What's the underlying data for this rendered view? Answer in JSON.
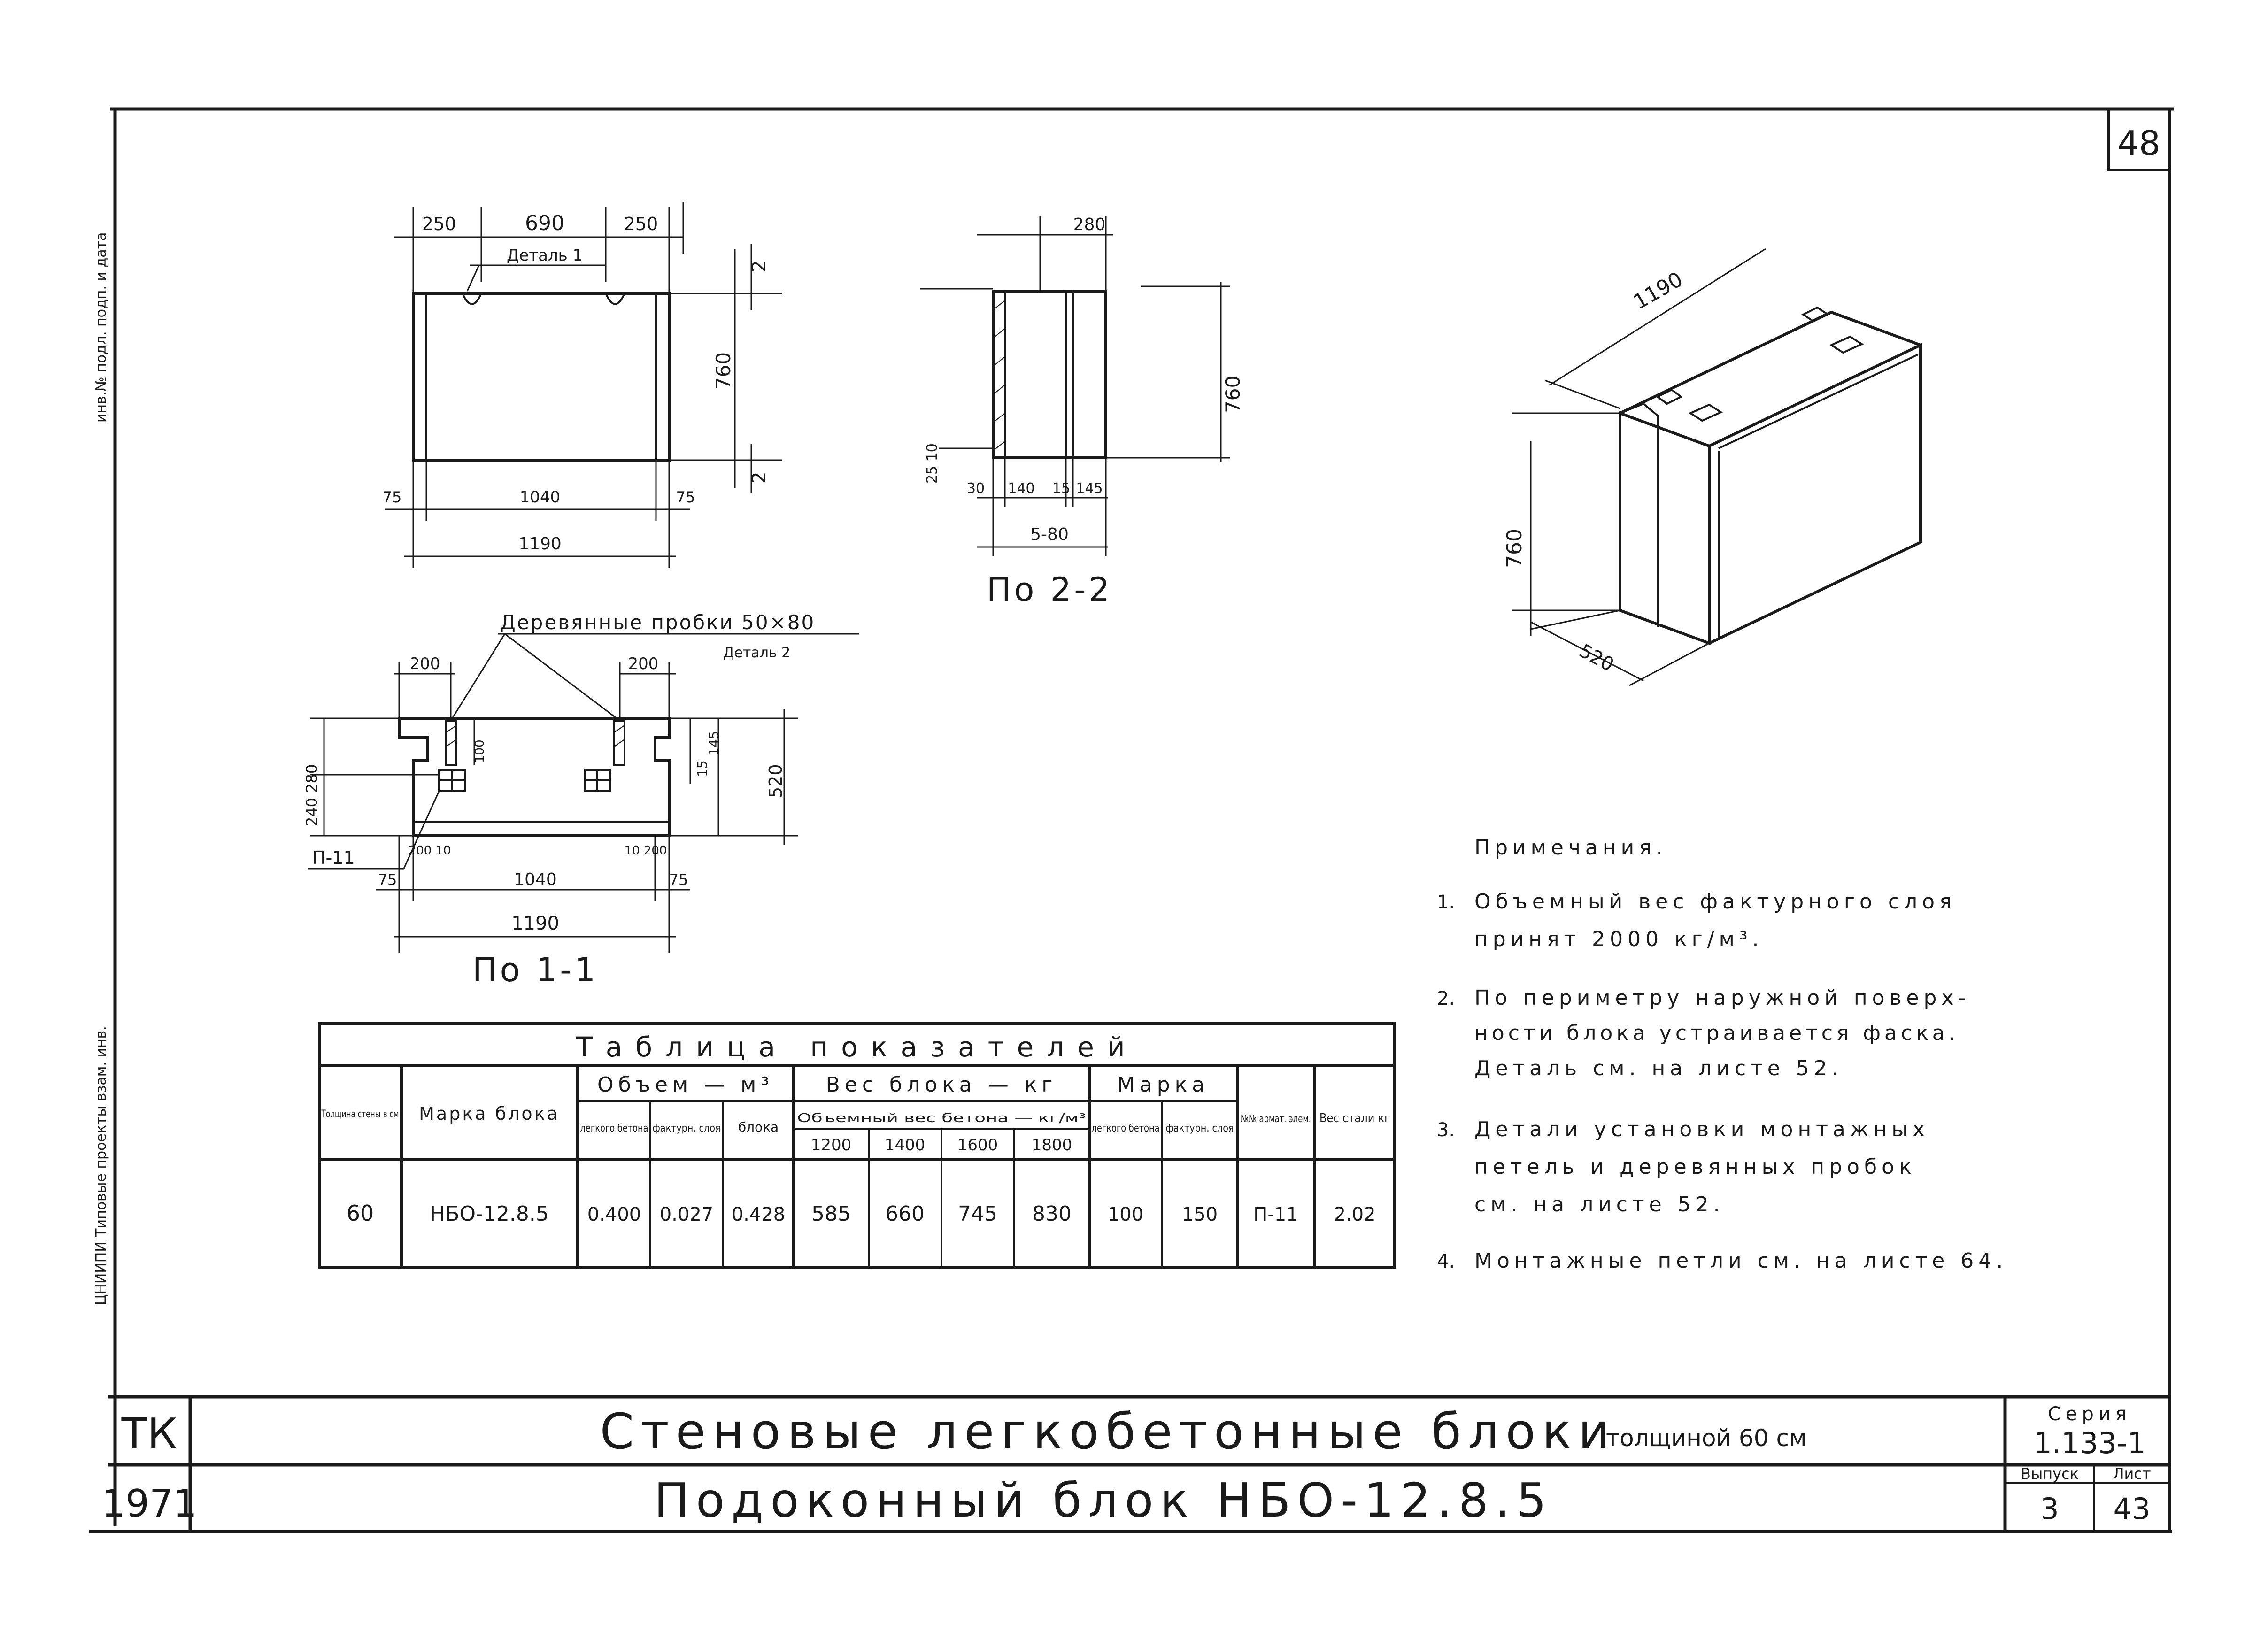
{
  "sheet_number": "48",
  "side_stamp": {
    "top": "инв.№ подл.  подп. и дата",
    "bottom": "ЦНИИПИ  Типовые проекты  взам. инв."
  },
  "title_block": {
    "org": "ТК",
    "year": "1971",
    "title": "Стеновые легкобетонные блоки",
    "title_suffix": "толщиной 60 см",
    "subtitle": "Подоконный блок НБО-12.8.5",
    "series_label": "Серия",
    "series_value": "1.133-1",
    "issue_label": "Выпуск",
    "issue_value": "3",
    "sheet_label": "Лист",
    "sheet_value": "43"
  },
  "front_view": {
    "dims_top": [
      "250",
      "690",
      "250"
    ],
    "detail_label": "Деталь 1",
    "dim_right_top": "2",
    "dim_height": "760",
    "dim_right_bottom": "2",
    "dims_bottom": [
      "75",
      "1040",
      "75"
    ],
    "dim_total": "1190"
  },
  "section_2": {
    "dim_top": "280",
    "dim_height": "760",
    "dims_bottom": [
      "30",
      "140",
      "15",
      "145"
    ],
    "dim_side": "25  10",
    "dim_bottom": "5-80",
    "caption": "По 2-2"
  },
  "plan_view": {
    "plugs_label": "Деревянные пробки 50×80",
    "detail_label": "Деталь 2",
    "dims_top": [
      "200",
      "200"
    ],
    "dim_left": "240  280",
    "dim_inner": "100",
    "dims_right": [
      "145",
      "15"
    ],
    "dim_depth": "520",
    "loop_label": "П-11",
    "dims_small": [
      "200 10",
      "10 200"
    ],
    "dims_bottom": [
      "75",
      "1040",
      "75"
    ],
    "dim_total": "1190",
    "caption": "По 1-1"
  },
  "isometric": {
    "dim_length": "1190",
    "dim_height": "760",
    "dim_depth": "520"
  },
  "notes": {
    "heading": "Примечания.",
    "items": [
      {
        "num": "1.",
        "lines": [
          "Объемный вес фактурного слоя",
          "принят 2000 кг/м³."
        ]
      },
      {
        "num": "2.",
        "lines": [
          "По периметру наружной поверх-",
          "ности блока устраивается фаска.",
          "Деталь см. на листе 52."
        ]
      },
      {
        "num": "3.",
        "lines": [
          "Детали установки монтажных",
          "петель и деревянных пробок",
          "см. на листе 52."
        ]
      },
      {
        "num": "4.",
        "lines": [
          "Монтажные петли см. на листе 64."
        ]
      }
    ]
  },
  "table": {
    "title": "Таблица показателей",
    "h_wall": "Толщина стены в см",
    "h_mark": "Марка блока",
    "h_volume": "Объем — м³",
    "h_vol_light": "легкого бетона",
    "h_vol_facing": "фактурн. слоя",
    "h_vol_block": "блока",
    "h_weight": "Вес блока — кг",
    "h_weight_sub": "Объемный вес бетона — кг/м³",
    "h_weight_cols": [
      "1200",
      "1400",
      "1600",
      "1800"
    ],
    "h_grade": "Марка",
    "h_grade_light": "легкого бетона",
    "h_grade_facing": "фактурн. слоя",
    "h_embed": "№№ армат. элем.",
    "h_steel": "Вес стали кг",
    "row": {
      "wall": "60",
      "mark": "НБО-12.8.5",
      "vol_light": "0.400",
      "vol_facing": "0.027",
      "vol_block": "0.428",
      "w1200": "585",
      "w1400": "660",
      "w1600": "745",
      "w1800": "830",
      "grade_light": "100",
      "grade_facing": "150",
      "embed": "П-11",
      "steel": "2.02"
    }
  }
}
